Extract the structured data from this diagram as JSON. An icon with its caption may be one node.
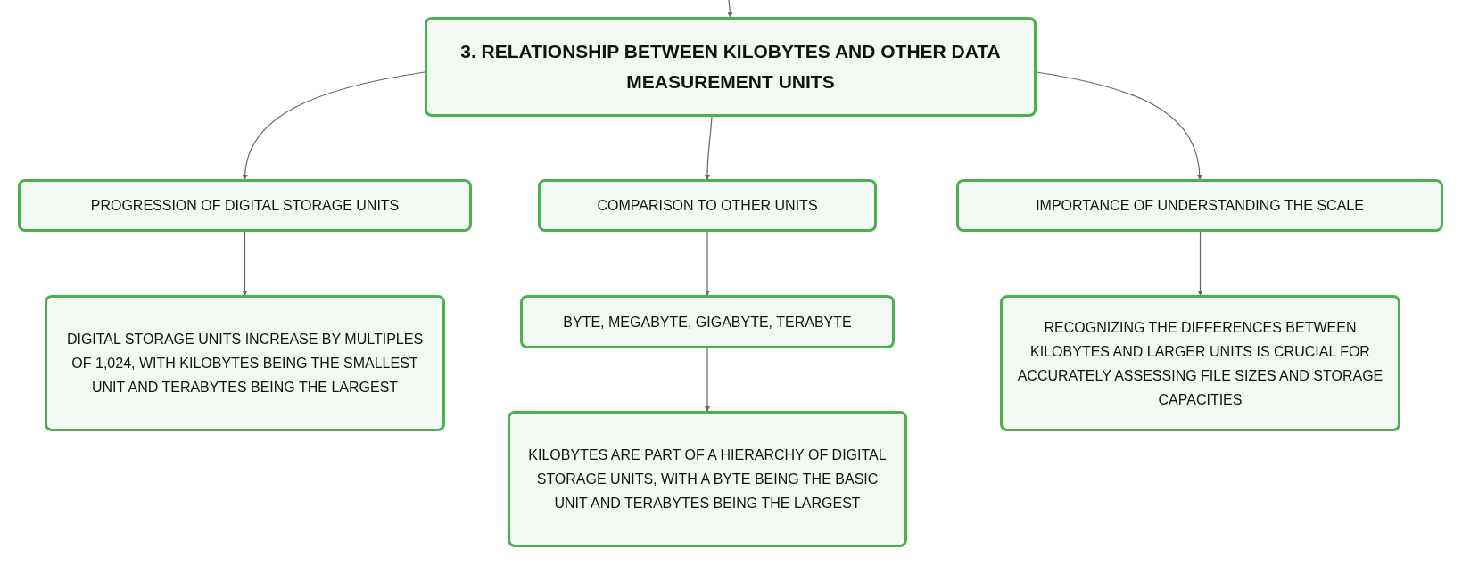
{
  "diagram": {
    "nodes": [
      {
        "text": [
          "3. RELATIONSHIP BETWEEN KILOBYTES AND OTHER DATA MEASUREMENT UNITS"
        ]
      },
      {
        "text": [
          "PROGRESSION OF DIGITAL STORAGE UNITS"
        ]
      },
      {
        "text": [
          "COMPARISON TO OTHER UNITS"
        ]
      },
      {
        "text": [
          "IMPORTANCE OF UNDERSTANDING THE SCALE"
        ]
      },
      {
        "text": [
          "DIGITAL STORAGE UNITS INCREASE BY MULTIPLES OF 1,024, WITH KILOBYTES BEING THE SMALLEST UNIT AND TERABYTES BEING THE LARGEST"
        ]
      },
      {
        "text": [
          "BYTE, MEGABYTE, GIGABYTE, TERABYTE"
        ]
      },
      {
        "text": [
          "KILOBYTES ARE PART OF A HIERARCHY OF DIGITAL STORAGE UNITS, WITH A BYTE BEING THE BASIC UNIT AND TERABYTES BEING THE LARGEST"
        ]
      },
      {
        "text": [
          "RECOGNIZING THE DIFFERENCES BETWEEN KILOBYTES AND LARGER UNITS IS CRUCIAL FOR ACCURATELY ASSESSING FILE SIZES AND STORAGE CAPACITIES"
        ]
      }
    ],
    "edges": [
      {
        "from": null,
        "to": 0,
        "arrow": "to"
      },
      {
        "from": 0,
        "to": 1,
        "arrow": "to"
      },
      {
        "from": 0,
        "to": 2,
        "arrow": "to"
      },
      {
        "from": 0,
        "to": 3,
        "arrow": "to"
      },
      {
        "from": 1,
        "to": 4,
        "arrow": "to"
      },
      {
        "from": 2,
        "to": 5,
        "arrow": "to"
      },
      {
        "from": 5,
        "to": 6,
        "arrow": "to"
      },
      {
        "from": 3,
        "to": 7,
        "arrow": "to"
      }
    ]
  }
}
